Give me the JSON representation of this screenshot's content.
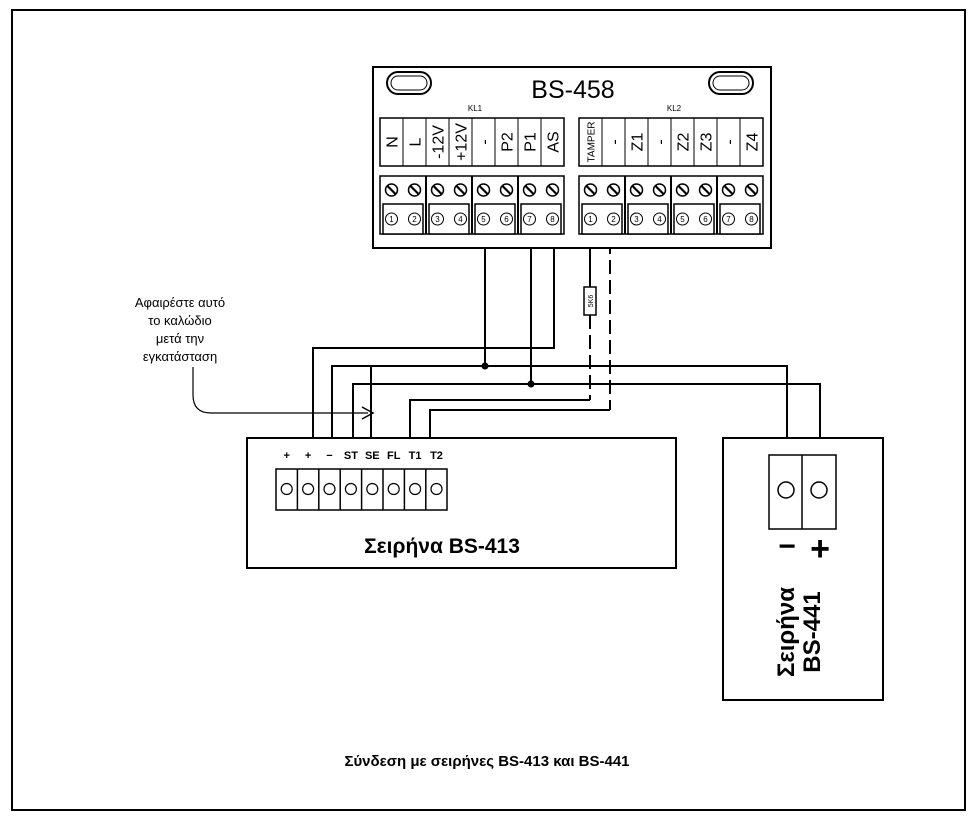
{
  "panel": {
    "model": "BS-458",
    "kl1": {
      "label": "KL1",
      "terminals": [
        "N",
        "L",
        "-12V",
        "+12V",
        "-",
        "P2",
        "P1",
        "AS"
      ],
      "numbers": [
        "1",
        "2",
        "3",
        "4",
        "5",
        "6",
        "7",
        "8"
      ]
    },
    "kl2": {
      "label": "KL2",
      "terminals": [
        "TAMPER",
        "-",
        "Z1",
        "-",
        "Z2",
        "Z3",
        "-",
        "Z4"
      ],
      "numbers": [
        "1",
        "2",
        "3",
        "4",
        "5",
        "6",
        "7",
        "8"
      ]
    }
  },
  "resistor": {
    "label": "5K6"
  },
  "note": [
    "Αφαιρέστε αυτό",
    "το καλώδιο",
    "μετά την",
    "εγκατάσταση"
  ],
  "siren_413": {
    "title": "Σειρήνα BS-413",
    "terminals": [
      "+",
      "+",
      "−",
      "ST",
      "SE",
      "FL",
      "T1",
      "T2"
    ]
  },
  "siren_441": {
    "title_line1": "Σειρήνα",
    "title_line2": "BS-441",
    "minus": "−",
    "plus": "+"
  },
  "caption": "Σύνδεση με σειρήνες BS-413 και BS-441"
}
